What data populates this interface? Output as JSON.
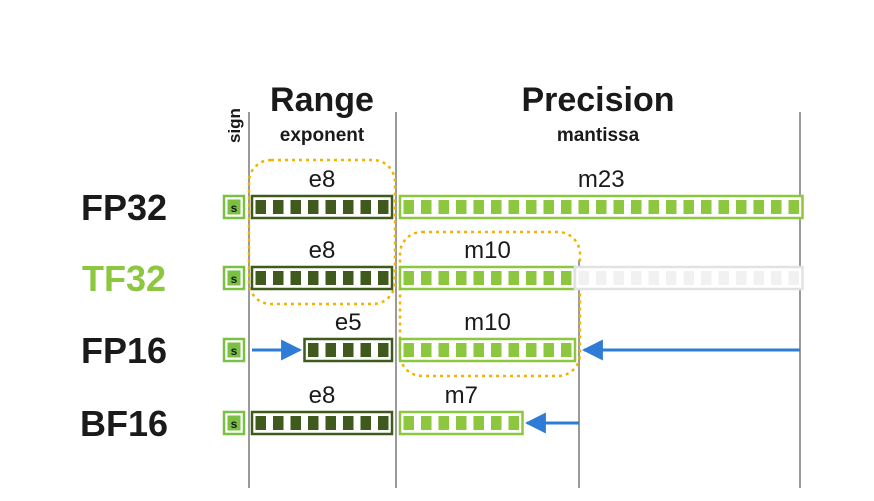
{
  "headers": {
    "sign": "sign",
    "range": "Range",
    "exponent": "exponent",
    "precision": "Precision",
    "mantissa": "mantissa"
  },
  "sign_bit_label": "s",
  "colors": {
    "text": "#1a1a1a",
    "tf32_label": "#8dc63f",
    "exponent_fill": "#3f5a1c",
    "mantissa_fill": "#8dc63f",
    "unused_fill": "#e2e2e2",
    "sign_fill": "#7ac143",
    "highlight_dash": "#f0b400",
    "arrow": "#2e7cd6",
    "guide_line": "#9a9a9a"
  },
  "formats": [
    {
      "name": "FP32",
      "exp_label": "e8",
      "exp_bits": 8,
      "man_label": "m23",
      "man_bits": 23,
      "unused_bits": 0,
      "name_color": "text"
    },
    {
      "name": "TF32",
      "exp_label": "e8",
      "exp_bits": 8,
      "man_label": "m10",
      "man_bits": 10,
      "unused_bits": 13,
      "name_color": "tf32_label"
    },
    {
      "name": "FP16",
      "exp_label": "e5",
      "exp_bits": 5,
      "man_label": "m10",
      "man_bits": 10,
      "unused_bits": 0,
      "name_color": "text"
    },
    {
      "name": "BF16",
      "exp_label": "e8",
      "exp_bits": 8,
      "man_label": "m7",
      "man_bits": 7,
      "unused_bits": 0,
      "name_color": "text"
    }
  ]
}
